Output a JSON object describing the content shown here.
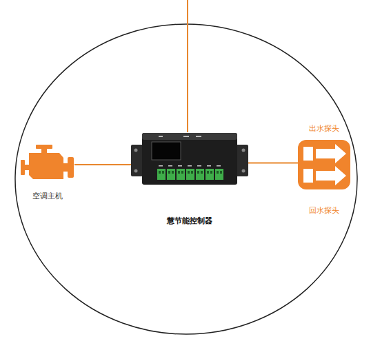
{
  "diagram": {
    "nodes": [
      {
        "text": [
          "空调主机"
        ]
      },
      {
        "text": [
          "慧节能控制器"
        ]
      },
      {
        "text": [
          "出水探头",
          "回水探头"
        ]
      }
    ],
    "edges": [
      {
        "from": 0,
        "to": 1,
        "arrow": "none"
      },
      {
        "from": 1,
        "to": 2,
        "arrow": "none"
      }
    ]
  }
}
